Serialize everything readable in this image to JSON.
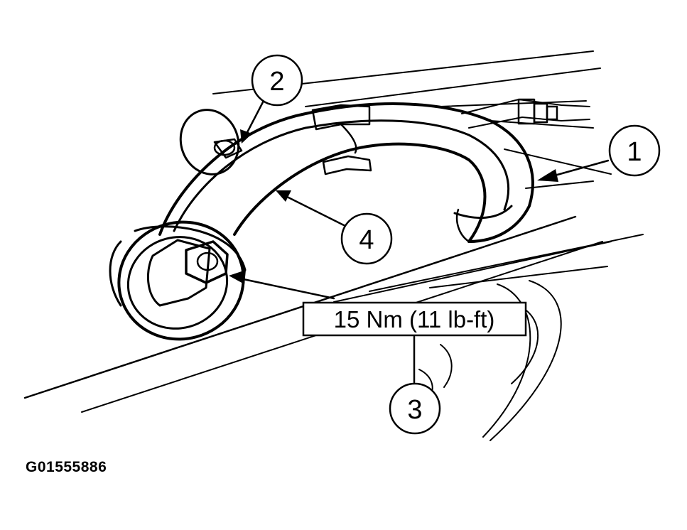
{
  "callouts": [
    {
      "id": "callout-1",
      "number": "1"
    },
    {
      "id": "callout-2",
      "number": "2"
    },
    {
      "id": "callout-3",
      "number": "3"
    },
    {
      "id": "callout-4",
      "number": "4"
    }
  ],
  "torque_label": "15 Nm (11 lb-ft)",
  "figure_id": "G01555886",
  "colors": {
    "line": "#000000",
    "background": "#ffffff"
  }
}
